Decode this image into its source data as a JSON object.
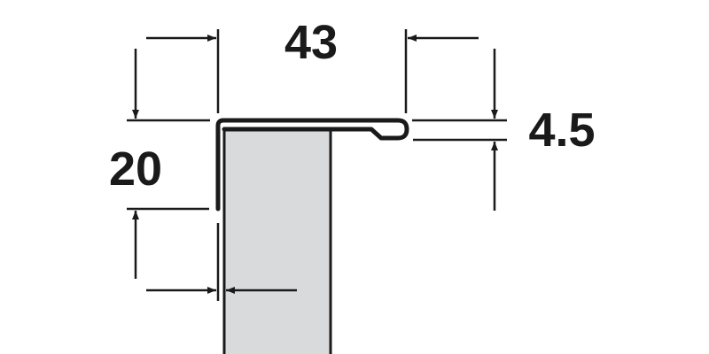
{
  "diagram": {
    "type": "technical-drawing",
    "subject": "Angle edge profile cross-section",
    "colors": {
      "line": "#1a1a1a",
      "board_fill": "#d9dadc",
      "background": "#ffffff"
    },
    "dimensions": {
      "width": {
        "label": "43",
        "orientation": "horizontal"
      },
      "height": {
        "label": "20",
        "orientation": "vertical"
      },
      "lip_height": {
        "label": "4.5",
        "orientation": "vertical"
      },
      "wall_thickness": {
        "label": "",
        "orientation": "horizontal"
      }
    },
    "components": [
      {
        "name": "edge-profile",
        "description": "L-shaped profile with curled lip"
      },
      {
        "name": "panel",
        "description": "Gray panel inserted in profile"
      }
    ]
  }
}
